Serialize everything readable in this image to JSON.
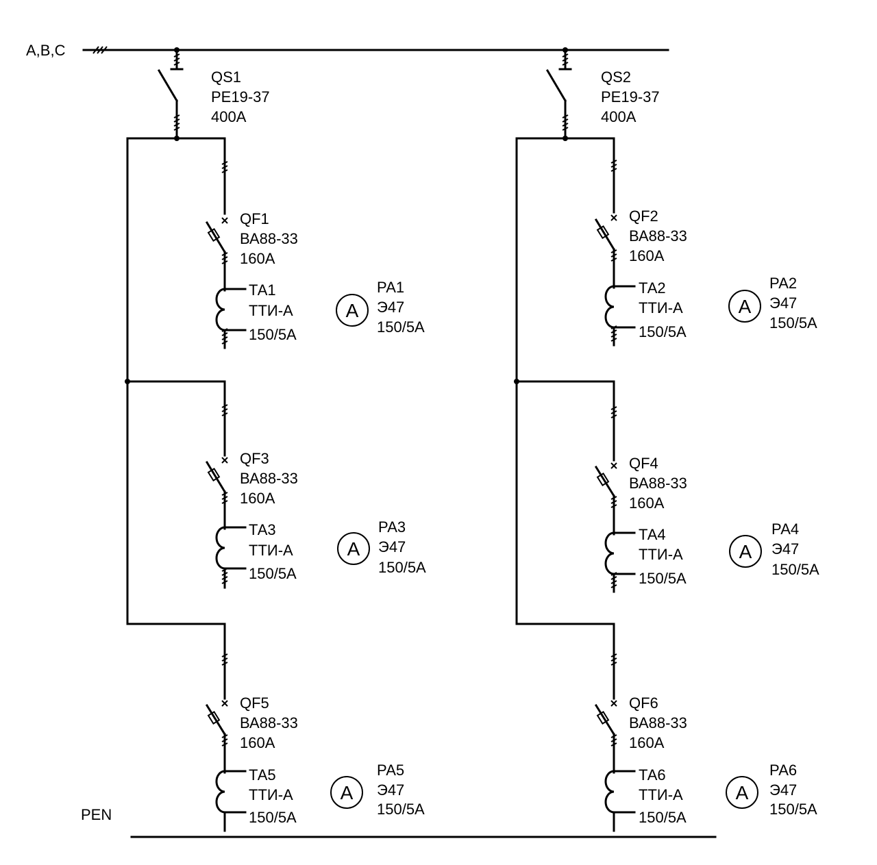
{
  "bus": {
    "phase_label": "A,B,C",
    "pen_label": "PEN"
  },
  "switches": [
    {
      "id": "QS1",
      "model": "РЕ19-37",
      "rating": "400А"
    },
    {
      "id": "QS2",
      "model": "РЕ19-37",
      "rating": "400А"
    }
  ],
  "breakers": [
    {
      "id": "QF1",
      "model": "ВА88-33",
      "rating": "160А"
    },
    {
      "id": "QF2",
      "model": "ВА88-33",
      "rating": "160А"
    },
    {
      "id": "QF3",
      "model": "ВА88-33",
      "rating": "160А"
    },
    {
      "id": "QF4",
      "model": "ВА88-33",
      "rating": "160А"
    },
    {
      "id": "QF5",
      "model": "ВА88-33",
      "rating": "160А"
    },
    {
      "id": "QF6",
      "model": "ВА88-33",
      "rating": "160А"
    }
  ],
  "transformers": [
    {
      "id": "ТА1",
      "model": "ТТИ-А",
      "ratio": "150/5А"
    },
    {
      "id": "ТА2",
      "model": "ТТИ-А",
      "ratio": "150/5А"
    },
    {
      "id": "ТА3",
      "model": "ТТИ-А",
      "ratio": "150/5А"
    },
    {
      "id": "ТА4",
      "model": "ТТИ-А",
      "ratio": "150/5А"
    },
    {
      "id": "ТА5",
      "model": "ТТИ-А",
      "ratio": "150/5А"
    },
    {
      "id": "ТА6",
      "model": "ТТИ-А",
      "ratio": "150/5А"
    }
  ],
  "ammeters": [
    {
      "id": "РА1",
      "model": "Э47",
      "ratio": "150/5А",
      "symbol": "A"
    },
    {
      "id": "РА2",
      "model": "Э47",
      "ratio": "150/5А",
      "symbol": "A"
    },
    {
      "id": "РА3",
      "model": "Э47",
      "ratio": "150/5А",
      "symbol": "A"
    },
    {
      "id": "РА4",
      "model": "Э47",
      "ratio": "150/5А",
      "symbol": "A"
    },
    {
      "id": "РА5",
      "model": "Э47",
      "ratio": "150/5А",
      "symbol": "A"
    },
    {
      "id": "РА6",
      "model": "Э47",
      "ratio": "150/5А",
      "symbol": "A"
    }
  ]
}
